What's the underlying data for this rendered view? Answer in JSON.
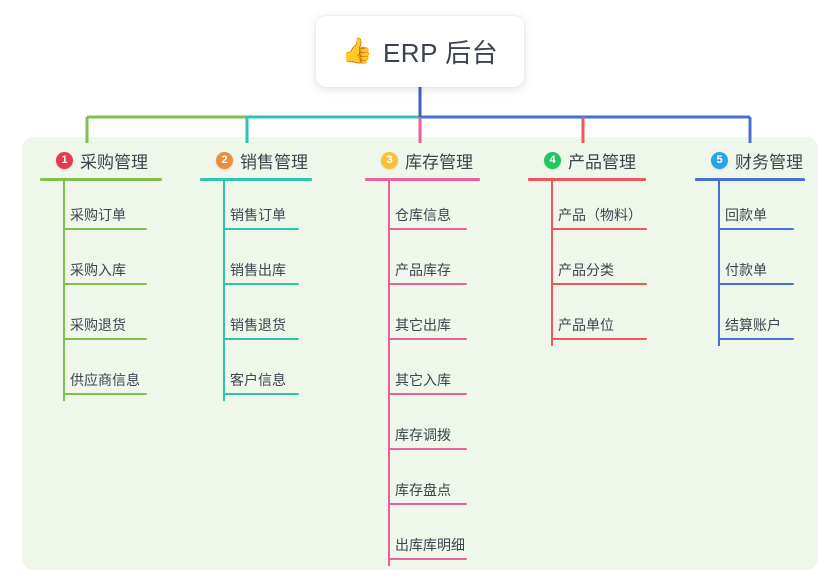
{
  "root": {
    "icon": "thumbs-up-emoji",
    "emoji": "👍",
    "title": "ERP 后台"
  },
  "colors": {
    "panel_bg": "#eef7e9",
    "page_bg": "#ffffff",
    "root_stem": "#4a5bc4",
    "text": "#3d4450"
  },
  "columns": [
    {
      "number": "1",
      "title": "采购管理",
      "badge_color": "#e8394f",
      "line_color": "#7fc14d",
      "items": [
        {
          "label": "采购订单"
        },
        {
          "label": "采购入库"
        },
        {
          "label": "采购退货"
        },
        {
          "label": "供应商信息"
        }
      ]
    },
    {
      "number": "2",
      "title": "销售管理",
      "badge_color": "#f08a3c",
      "line_color": "#2ec4b0",
      "items": [
        {
          "label": "销售订单"
        },
        {
          "label": "销售出库"
        },
        {
          "label": "销售退货"
        },
        {
          "label": "客户信息"
        }
      ]
    },
    {
      "number": "3",
      "title": "库存管理",
      "badge_color": "#f5c13a",
      "line_color": "#ec5f9e",
      "items": [
        {
          "label": "仓库信息"
        },
        {
          "label": "产品库存"
        },
        {
          "label": "其它出库"
        },
        {
          "label": "其它入库"
        },
        {
          "label": "库存调拨"
        },
        {
          "label": "库存盘点"
        },
        {
          "label": "出库库明细"
        }
      ]
    },
    {
      "number": "4",
      "title": "产品管理",
      "badge_color": "#22c55e",
      "line_color": "#f0555a",
      "items": [
        {
          "label": "产品（物料）"
        },
        {
          "label": "产品分类"
        },
        {
          "label": "产品单位"
        }
      ]
    },
    {
      "number": "5",
      "title": "财务管理",
      "badge_color": "#29a3e8",
      "line_color": "#4a6fd4",
      "items": [
        {
          "label": "回款单"
        },
        {
          "label": "付款单"
        },
        {
          "label": "结算账户"
        }
      ]
    }
  ]
}
